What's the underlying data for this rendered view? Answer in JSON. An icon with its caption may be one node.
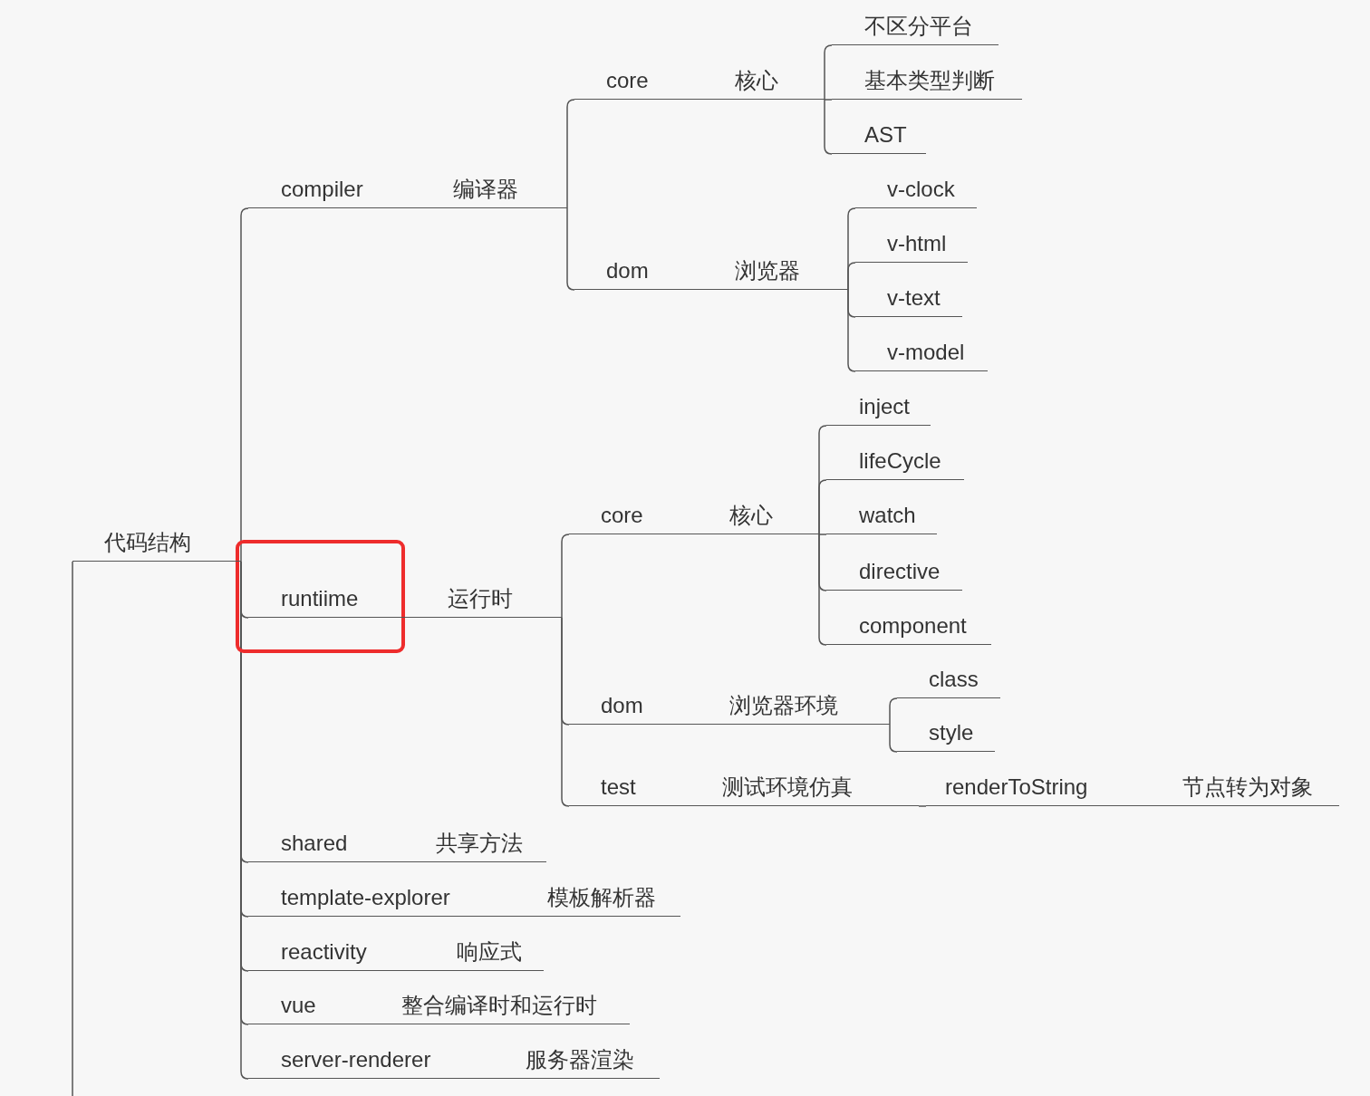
{
  "diagram": {
    "nodes": [
      {
        "text": [
          "代码结构"
        ]
      },
      {
        "text": [
          "compiler",
          "编译器"
        ]
      },
      {
        "text": [
          "core",
          "核心"
        ]
      },
      {
        "text": [
          "不区分平台"
        ]
      },
      {
        "text": [
          "基本类型判断"
        ]
      },
      {
        "text": [
          "AST"
        ]
      },
      {
        "text": [
          "dom",
          "浏览器"
        ]
      },
      {
        "text": [
          "v-clock"
        ]
      },
      {
        "text": [
          "v-html"
        ]
      },
      {
        "text": [
          "v-text"
        ]
      },
      {
        "text": [
          "v-model"
        ]
      },
      {
        "text": [
          "runtiime",
          "运行时"
        ]
      },
      {
        "text": [
          "core",
          "核心"
        ]
      },
      {
        "text": [
          "inject"
        ]
      },
      {
        "text": [
          "lifeCycle"
        ]
      },
      {
        "text": [
          "watch"
        ]
      },
      {
        "text": [
          "directive"
        ]
      },
      {
        "text": [
          "component"
        ]
      },
      {
        "text": [
          "dom",
          "浏览器环境"
        ]
      },
      {
        "text": [
          "class"
        ]
      },
      {
        "text": [
          "style"
        ]
      },
      {
        "text": [
          "test",
          "测试环境仿真"
        ]
      },
      {
        "text": [
          "renderToString",
          "节点转为对象"
        ]
      },
      {
        "text": [
          "shared",
          "共享方法"
        ]
      },
      {
        "text": [
          "template-explorer",
          "模板解析器"
        ]
      },
      {
        "text": [
          "reactivity",
          "响应式"
        ]
      },
      {
        "text": [
          "vue",
          "整合编译时和运行时"
        ]
      },
      {
        "text": [
          "server-renderer",
          "服务器渲染"
        ]
      }
    ],
    "edges": [
      {
        "from": 0,
        "to": 1,
        "arrow": "none"
      },
      {
        "from": 1,
        "to": 2,
        "arrow": "none"
      },
      {
        "from": 2,
        "to": 3,
        "arrow": "none"
      },
      {
        "from": 2,
        "to": 4,
        "arrow": "none"
      },
      {
        "from": 2,
        "to": 5,
        "arrow": "none"
      },
      {
        "from": 1,
        "to": 6,
        "arrow": "none"
      },
      {
        "from": 6,
        "to": 7,
        "arrow": "none"
      },
      {
        "from": 6,
        "to": 8,
        "arrow": "none"
      },
      {
        "from": 6,
        "to": 9,
        "arrow": "none"
      },
      {
        "from": 6,
        "to": 10,
        "arrow": "none"
      },
      {
        "from": 0,
        "to": 11,
        "arrow": "none"
      },
      {
        "from": 11,
        "to": 12,
        "arrow": "none"
      },
      {
        "from": 12,
        "to": 13,
        "arrow": "none"
      },
      {
        "from": 12,
        "to": 14,
        "arrow": "none"
      },
      {
        "from": 12,
        "to": 15,
        "arrow": "none"
      },
      {
        "from": 12,
        "to": 16,
        "arrow": "none"
      },
      {
        "from": 12,
        "to": 17,
        "arrow": "none"
      },
      {
        "from": 11,
        "to": 18,
        "arrow": "none"
      },
      {
        "from": 18,
        "to": 19,
        "arrow": "none"
      },
      {
        "from": 18,
        "to": 20,
        "arrow": "none"
      },
      {
        "from": 11,
        "to": 21,
        "arrow": "none"
      },
      {
        "from": 21,
        "to": 22,
        "arrow": "none"
      },
      {
        "from": 0,
        "to": 23,
        "arrow": "none"
      },
      {
        "from": 0,
        "to": 24,
        "arrow": "none"
      },
      {
        "from": 0,
        "to": 25,
        "arrow": "none"
      },
      {
        "from": 0,
        "to": 26,
        "arrow": "none"
      },
      {
        "from": 0,
        "to": 27,
        "arrow": "none"
      }
    ]
  }
}
